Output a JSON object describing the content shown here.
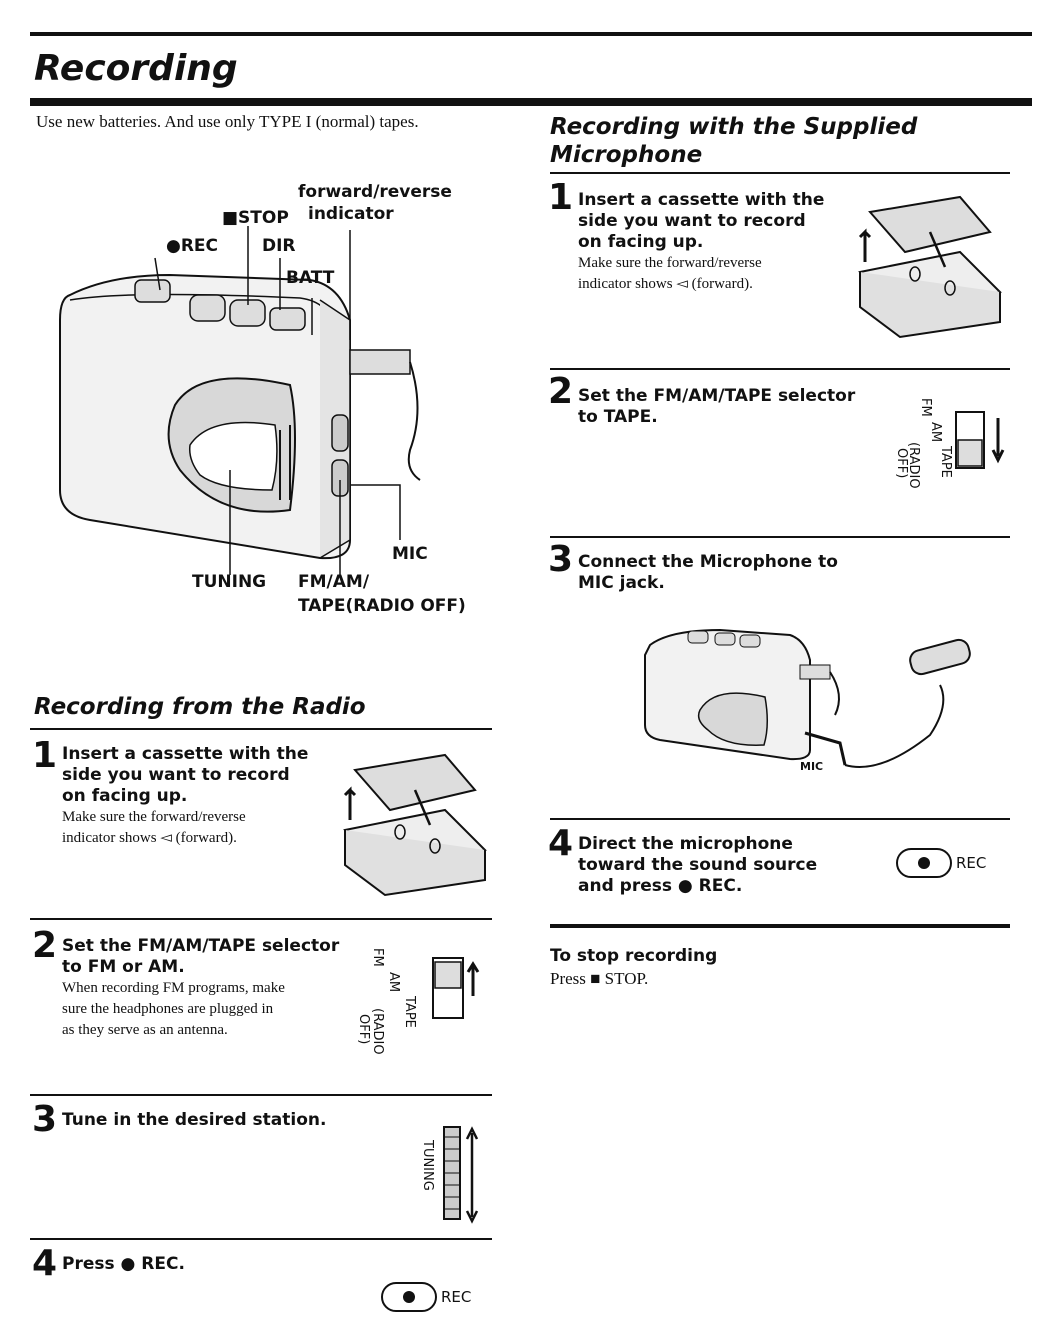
{
  "page": {
    "title": "Recording",
    "intro": "Use new batteries. And use only TYPE I (normal) tapes."
  },
  "diagram_labels": {
    "forward_reverse": "forward/reverse",
    "indicator": "indicator",
    "stop": "■STOP",
    "rec": "●REC",
    "dir": "DIR",
    "batt": "BATT",
    "mic": "MIC",
    "tuning": "TUNING",
    "fm_am": "FM/AM/",
    "tape_radio_off": "TAPE(RADIO OFF)"
  },
  "radio_section": {
    "title": "Recording from the Radio",
    "steps": [
      {
        "num": "1",
        "heading_lines": [
          "Insert a cassette with the",
          "side you want to record",
          "on facing up."
        ],
        "body_lines": [
          "Make sure the forward/reverse",
          "indicator shows ◅ (forward)."
        ]
      },
      {
        "num": "2",
        "heading_lines": [
          "Set the FM/AM/TAPE selector",
          "to FM or AM."
        ],
        "body_lines": [
          "When recording FM programs, make",
          "sure the headphones are plugged in",
          "as they serve as an antenna."
        ]
      },
      {
        "num": "3",
        "heading_lines": [
          "Tune in the desired station."
        ],
        "body_lines": []
      },
      {
        "num": "4",
        "heading_lines": [
          "Press ● REC."
        ],
        "body_lines": []
      }
    ]
  },
  "mic_section": {
    "title_line1": "Recording with the Supplied",
    "title_line2": "Microphone",
    "steps": [
      {
        "num": "1",
        "heading_lines": [
          "Insert a cassette with the",
          "side you want to record",
          "on facing up."
        ],
        "body_lines": [
          "Make sure the forward/reverse",
          "indicator shows ◅ (forward)."
        ]
      },
      {
        "num": "2",
        "heading_lines": [
          "Set the FM/AM/TAPE selector",
          "to TAPE."
        ],
        "body_lines": []
      },
      {
        "num": "3",
        "heading_lines": [
          "Connect the Microphone to",
          "MIC jack."
        ],
        "body_lines": []
      },
      {
        "num": "4",
        "heading_lines": [
          "Direct the microphone",
          "toward the sound source",
          "and press ● REC."
        ],
        "body_lines": []
      }
    ],
    "mic_jack_label": "MIC"
  },
  "selector_labels": {
    "fm": "FM",
    "am": "AM",
    "tape": "TAPE",
    "radio": "(RADIO",
    "off": "OFF)"
  },
  "tuning_label": "TUNING",
  "rec_label": "REC",
  "stop_section": {
    "heading": "To stop recording",
    "body": "Press ■ STOP."
  }
}
